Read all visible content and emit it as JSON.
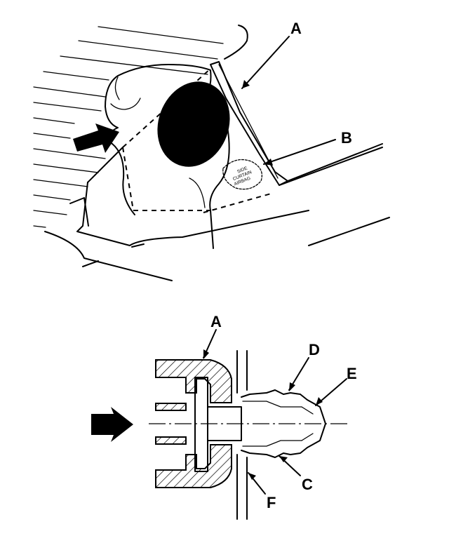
{
  "diagram": {
    "top_labels": {
      "a": "A",
      "b": "B"
    },
    "badge_lines": [
      "SIDE",
      "CURTAIN",
      "AIRBAG"
    ],
    "bottom_labels": {
      "a": "A",
      "c": "C",
      "d": "D",
      "e": "E",
      "f": "F"
    },
    "colors": {
      "ink": "#000000",
      "paper": "#ffffff"
    }
  }
}
